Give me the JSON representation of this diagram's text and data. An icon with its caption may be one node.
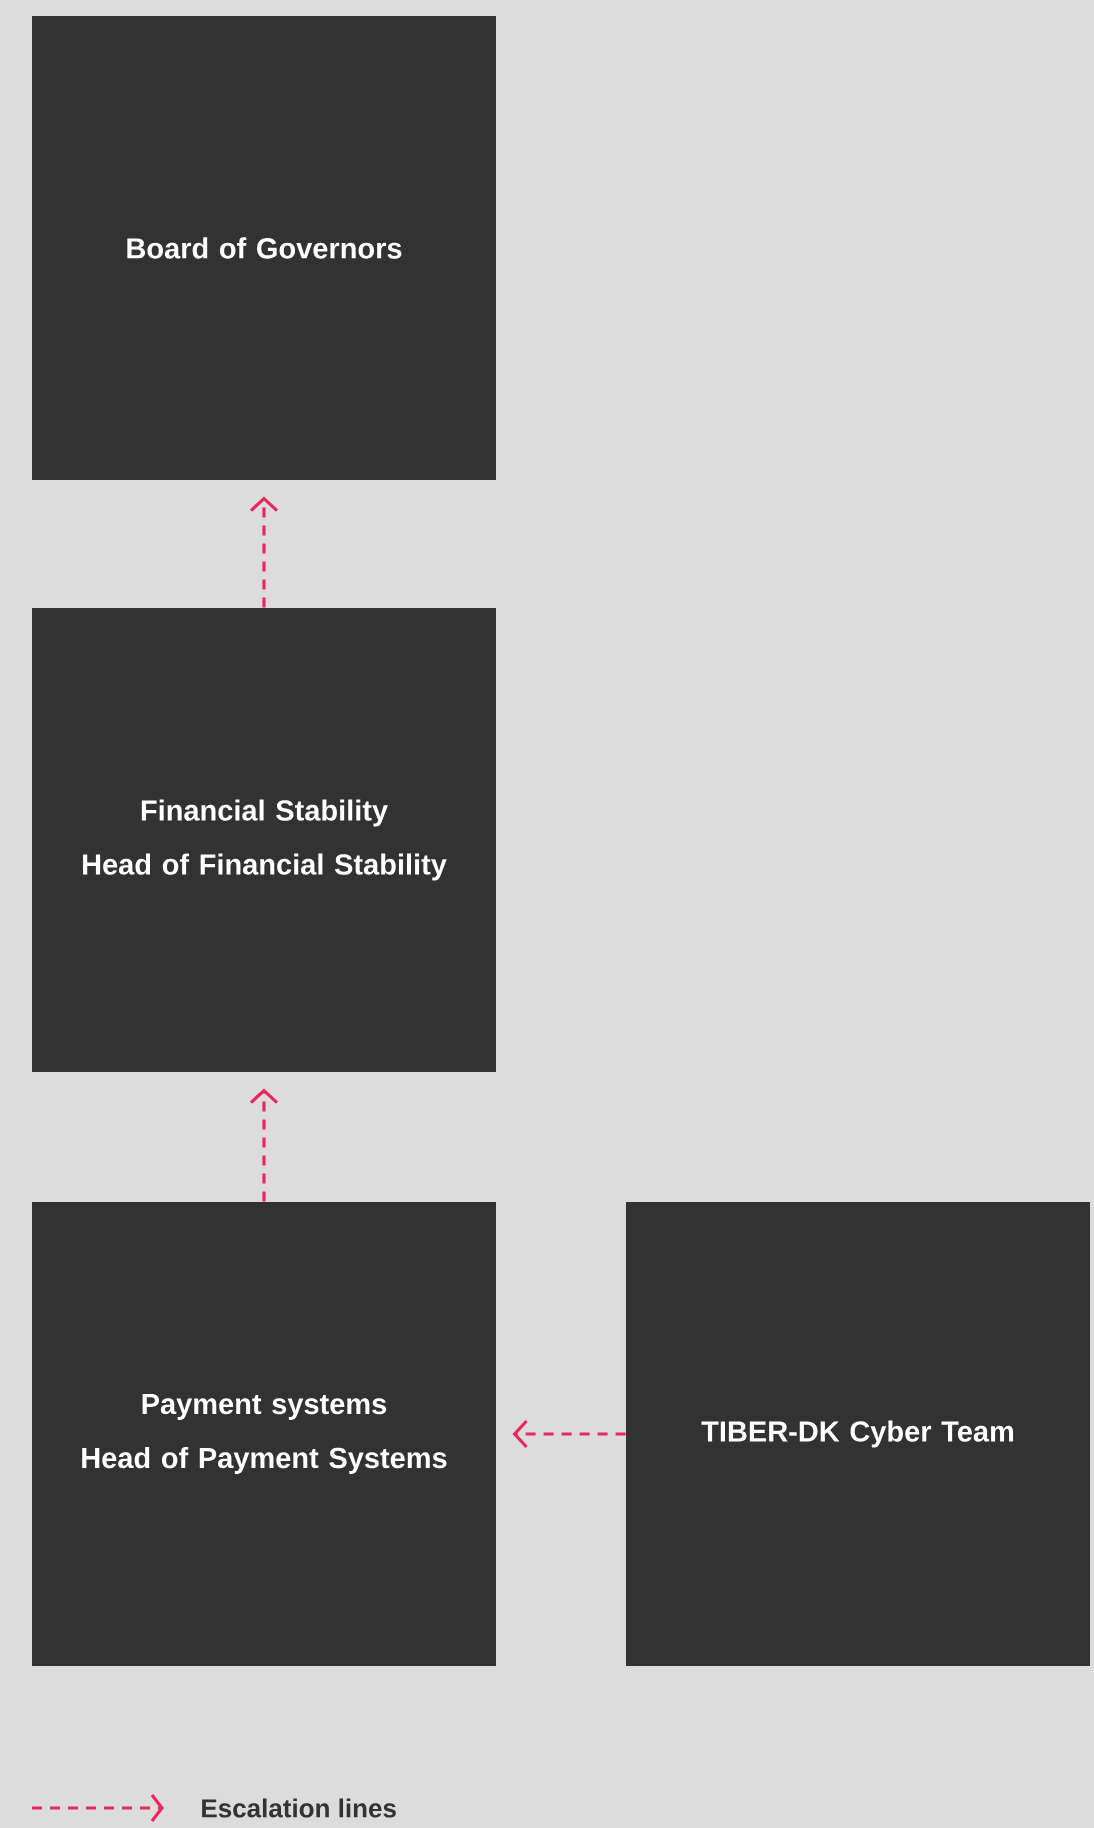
{
  "diagram": {
    "nodes": [
      {
        "text": [
          "Board of Governors"
        ]
      },
      {
        "text": [
          "Financial Stability",
          "Head of Financial Stability"
        ]
      },
      {
        "text": [
          "Payment systems",
          "Head of Payment Systems"
        ]
      },
      {
        "text": [
          "TIBER-DK Cyber Team"
        ]
      }
    ],
    "edges": [
      {
        "from": 1,
        "to": 0,
        "arrow": "to",
        "style": "dashed"
      },
      {
        "from": 2,
        "to": 1,
        "arrow": "to",
        "style": "dashed"
      },
      {
        "from": 3,
        "to": 2,
        "arrow": "to",
        "style": "dashed"
      }
    ],
    "legend": [
      {
        "text": "Escalation lines"
      }
    ]
  }
}
